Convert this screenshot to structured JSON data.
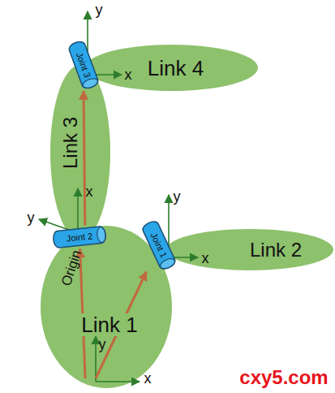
{
  "diagram": {
    "nodes": [
      {
        "text": [
          "Link 4"
        ]
      },
      {
        "text": [
          "Joint 3"
        ]
      },
      {
        "text": [
          "Link 3"
        ]
      },
      {
        "text": [
          "Joint 2"
        ]
      },
      {
        "text": [
          "Joint 1"
        ]
      },
      {
        "text": [
          "Link 2"
        ]
      },
      {
        "text": [
          "Link 1"
        ]
      }
    ],
    "edges": [
      {
        "from": 6,
        "to": 4,
        "arrow": "to"
      },
      {
        "from": 6,
        "to": 3,
        "arrow": "to"
      },
      {
        "from": 3,
        "to": 1,
        "arrow": "to"
      }
    ],
    "labels": [
      "Origin",
      "y",
      "x",
      "y",
      "x",
      "y",
      "x",
      "y",
      "x",
      "cxy5.com"
    ]
  }
}
